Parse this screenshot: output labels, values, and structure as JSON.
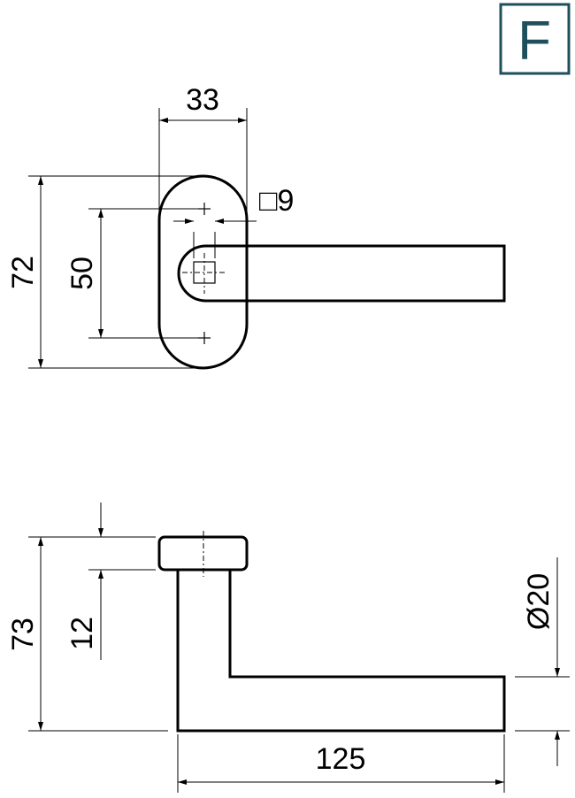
{
  "badge": {
    "letter": "F",
    "color": "#1e4f5c"
  },
  "dimensions": {
    "rose_width": "33",
    "spindle": "□9",
    "rose_height": "72",
    "screw_distance": "50",
    "handle_height": "73",
    "rose_thickness": "12",
    "lever_diameter": "Ø20",
    "projection": "125"
  }
}
